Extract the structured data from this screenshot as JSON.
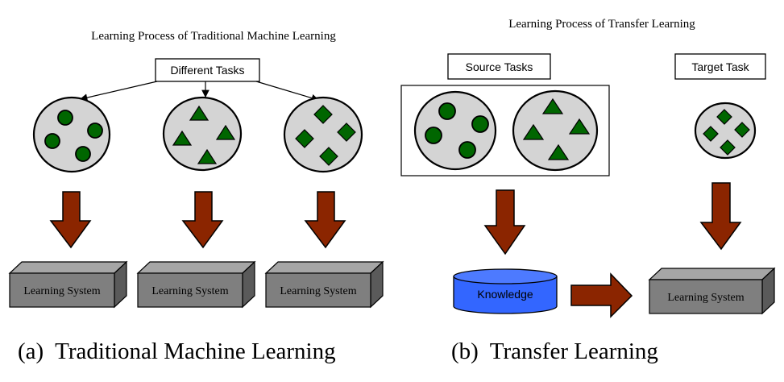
{
  "panel_a": {
    "header": "Learning Process of Traditional Machine Learning",
    "tasks_label": "Different Tasks",
    "system_labels": [
      "Learning System",
      "Learning System",
      "Learning System"
    ],
    "caption": "(a)  Traditional Machine Learning"
  },
  "panel_b": {
    "header": "Learning Process of Transfer Learning",
    "source_label": "Source Tasks",
    "target_label": "Target Task",
    "knowledge_label": "Knowledge",
    "system_label": "Learning System",
    "caption": "(b)  Transfer Learning"
  },
  "colors": {
    "shape_fill": "#006600",
    "circle_bg": "#d4d4d4",
    "arrow_fill": "#8b2500",
    "box_front": "#7f7f7f",
    "box_top": "#a6a6a6",
    "box_side": "#5a5a5a",
    "knowledge_fill": "#3366ff"
  }
}
